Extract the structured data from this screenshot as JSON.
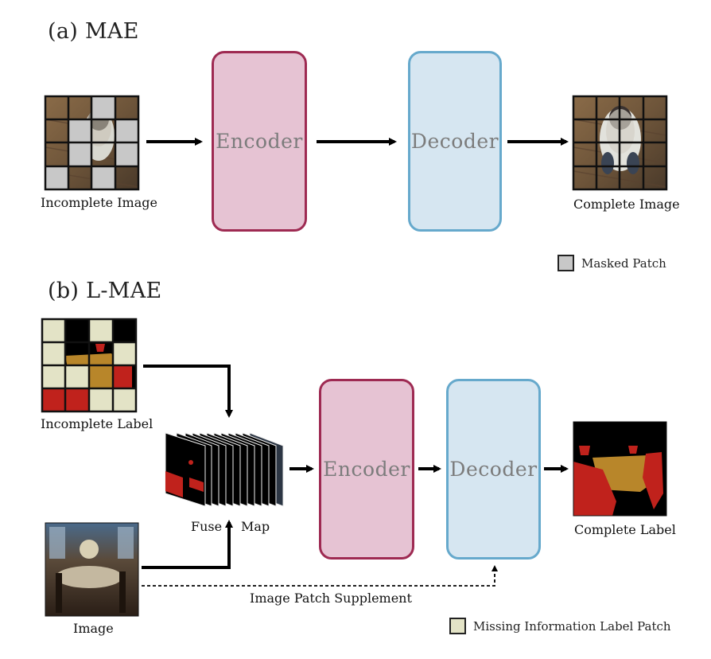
{
  "section_a": {
    "title": "(a) MAE",
    "incomplete_image_caption": "Incomplete Image",
    "encoder_label": "Encoder",
    "decoder_label": "Decoder",
    "complete_image_caption": "Complete Image",
    "legend_masked": "Masked Patch",
    "masked_patch_color": "#c8c8c8"
  },
  "section_b": {
    "title": "(b) L-MAE",
    "incomplete_label_caption": "Incomplete Label",
    "fuse_text": "Fuse",
    "map_text": "Map",
    "image_caption": "Image",
    "encoder_label": "Encoder",
    "decoder_label": "Decoder",
    "complete_label_caption": "Complete Label",
    "supplement_caption": "Image Patch Supplement",
    "legend_missing": "Missing Information Label Patch",
    "missing_patch_color": "#e3e3c6"
  },
  "colors": {
    "encoder_fill": "#e6c3d3",
    "encoder_border": "#9e2a52",
    "decoder_fill": "#d6e6f1",
    "decoder_border": "#66a9cc"
  }
}
